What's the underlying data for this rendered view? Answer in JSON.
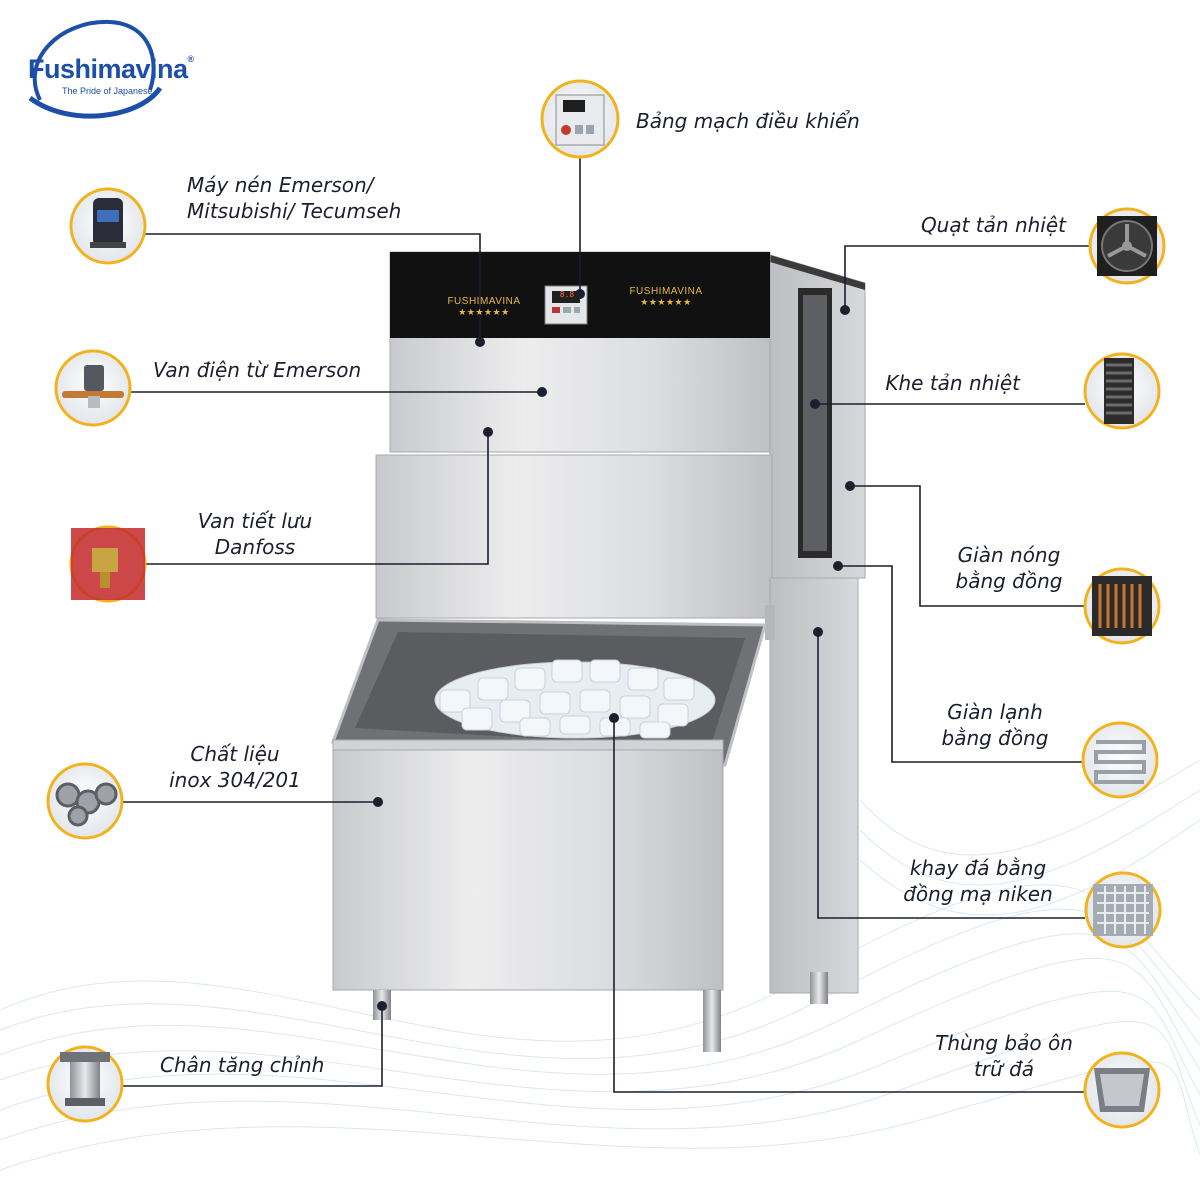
{
  "brand": {
    "logo_text": "Fushimavina",
    "tagline": "The Pride of Japanese",
    "panel_brand_left": "FUSHIMAVINA",
    "panel_brand_right": "FUSHIMAVINA",
    "panel_stars": "★★★★★★"
  },
  "display": {
    "readout": "8.8"
  },
  "colors": {
    "brand_blue": "#1d4ea8",
    "leader_line": "#1b1f2e",
    "badge_ring": "#f2b21b",
    "top_panel": "#111111",
    "stainless": "#d9dadd"
  },
  "callouts": {
    "control_board": {
      "lines": [
        "Bảng mạch điều khiển"
      ],
      "icon": "control-panel"
    },
    "compressor": {
      "lines": [
        "Máy nén Emerson/",
        "Mitsubishi/ Tecumseh"
      ],
      "icon": "compressor"
    },
    "solenoid_valve": {
      "lines": [
        "Van điện từ Emerson"
      ],
      "icon": "solenoid-valve"
    },
    "expansion_valve": {
      "lines": [
        "Van tiết lưu",
        "Danfoss"
      ],
      "icon": "expansion-valve"
    },
    "material": {
      "lines": [
        "Chất liệu",
        "inox 304/201"
      ],
      "icon": "steel-pipes"
    },
    "adjustable_feet": {
      "lines": [
        "Chân tăng chỉnh"
      ],
      "icon": "adjustable-foot"
    },
    "cooling_fan": {
      "lines": [
        "Quạt tản nhiệt"
      ],
      "icon": "fan"
    },
    "vent_slot": {
      "lines": [
        "Khe tản nhiệt"
      ],
      "icon": "vent-grille"
    },
    "condenser": {
      "lines": [
        "Giàn nóng",
        "bằng đồng"
      ],
      "icon": "condenser-coil"
    },
    "evaporator": {
      "lines": [
        "Giàn lạnh",
        "bằng đồng"
      ],
      "icon": "evaporator-coil"
    },
    "ice_tray": {
      "lines": [
        "khay đá bằng",
        "đồng mạ niken"
      ],
      "icon": "ice-tray"
    },
    "storage_bin": {
      "lines": [
        "Thùng bảo ôn",
        "trữ đá"
      ],
      "icon": "storage-bin"
    }
  }
}
